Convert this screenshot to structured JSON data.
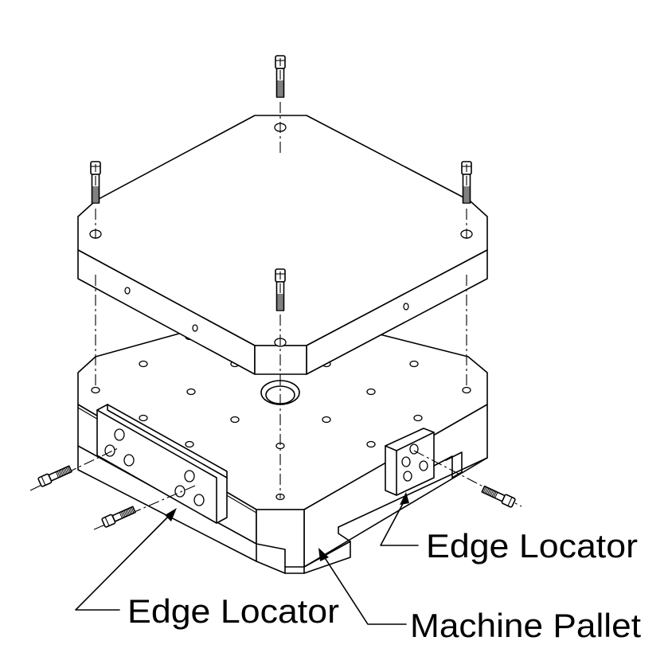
{
  "labels": {
    "edge_locator_right": "Edge Locator",
    "edge_locator_left": "Edge Locator",
    "machine_pallet": "Machine Pallet"
  }
}
